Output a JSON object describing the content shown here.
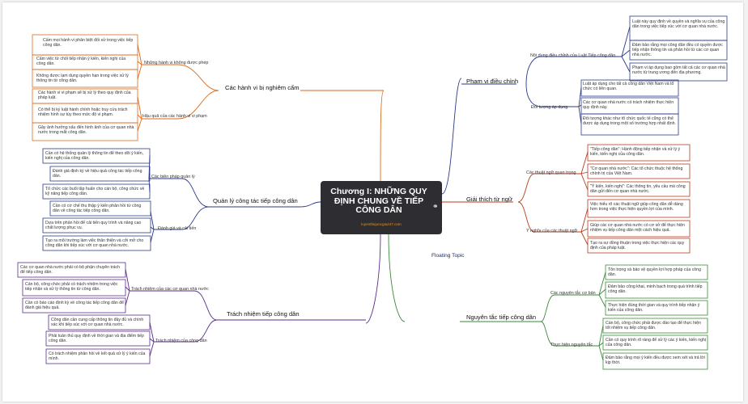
{
  "central": {
    "title": "Chương I: NHỮNG QUY ĐỊNH CHUNG VỀ TIẾP CÔNG DÂN",
    "url": "luyenthiquocgia247.com"
  },
  "floating_topic": "Floating Topic",
  "colors": {
    "central_bg": "#2e2e32",
    "orange": "#d96a1c",
    "navy": "#2b3a8a",
    "red": "#b83b1c",
    "purple": "#5b2d8f",
    "green": "#3a8a3a"
  },
  "branches": {
    "b1": {
      "title": "Các hành vi bị nghiêm cấm",
      "subs": [
        {
          "title": "Những hành vi không được phép",
          "items": [
            "Cấm mọi hành vi phân biệt đối xử trong việc tiếp công dân.",
            "Cấm việc từ chối tiếp nhận ý kiến, kiến nghị của công dân.",
            "Không được lạm dụng quyền hạn trong việc xử lý thông tin từ công dân."
          ]
        },
        {
          "title": "Hậu quả của các hành vi vi phạm",
          "items": [
            "Các hành vi vi phạm sẽ bị xử lý theo quy định của pháp luật.",
            "Có thể bị kỷ luật hành chính hoặc truy cứu trách nhiệm hình sự tùy theo mức độ vi phạm.",
            "Gây ảnh hưởng xấu đến hình ảnh của cơ quan nhà nước trong mắt công dân."
          ]
        }
      ]
    },
    "b2": {
      "title": "Phạm vi điều chỉnh",
      "subs": [
        {
          "title": "Nội dung điều chỉnh của Luật Tiếp công dân",
          "items": [
            "Luật này quy định về quyền và nghĩa vụ của công dân trong việc tiếp xúc với cơ quan nhà nước.",
            "Đảm bảo rằng mọi công dân đều có quyền được tiếp nhận thông tin và phản hồi từ các cơ quan nhà nước.",
            "Phạm vi áp dụng bao gồm tất cả các cơ quan nhà nước từ trung ương đến địa phương."
          ]
        },
        {
          "title": "Đối tượng áp dụng",
          "items": [
            "Luật áp dụng cho tất cả công dân Việt Nam và tổ chức có liên quan.",
            "Các cơ quan nhà nước có trách nhiệm thực hiện quy định này.",
            "Đối tượng khác như tổ chức quốc tế cũng có thể được áp dụng trong một số trường hợp nhất định."
          ]
        }
      ]
    },
    "b3": {
      "title": "Quản lý công tác tiếp công dân",
      "subs": [
        {
          "title": "Các biện pháp quản lý",
          "items": [
            "Cần có hệ thống quản lý thông tin để theo dõi ý kiến, kiến nghị của công dân.",
            "Đánh giá định kỳ về hiệu quả công tác tiếp công dân.",
            "Tổ chức các buổi tập huấn cho cán bộ, công chức về kỹ năng tiếp công dân."
          ]
        },
        {
          "title": "Đánh giá và cải tiến",
          "items": [
            "Cần có cơ chế thu thập ý kiến phản hồi từ công dân về công tác tiếp công dân.",
            "Dựa trên phản hồi để cải tiến quy trình và nâng cao chất lượng phục vụ.",
            "Tạo ra môi trường làm việc thân thiện và cởi mở cho công dân khi tiếp xúc với cơ quan nhà nước."
          ]
        }
      ]
    },
    "b4": {
      "title": "Giải thích từ ngữ",
      "subs": [
        {
          "title": "Các thuật ngữ quan trọng",
          "items": [
            "\"Tiếp công dân\": Hành động tiếp nhận và xử lý ý kiến, kiến nghị của công dân.",
            "\"Cơ quan nhà nước\": Các tổ chức thuộc hệ thống chính trị của Việt Nam.",
            "\"Ý kiến, kiến nghị\": Các thông tin, yêu cầu mà công dân gửi đến cơ quan nhà nước."
          ]
        },
        {
          "title": "Ý nghĩa của các thuật ngữ",
          "items": [
            "Việc hiểu rõ các thuật ngữ giúp công dân dễ dàng hơn trong việc thực hiện quyền lợi của mình.",
            "Giúp các cơ quan nhà nước có cơ sở để thực hiện nhiệm vụ tiếp công dân một cách hiệu quả.",
            "Tạo ra sự đồng thuận trong việc thực hiện các quy định của pháp luật."
          ]
        }
      ]
    },
    "b5": {
      "title": "Trách nhiệm tiếp công dân",
      "subs": [
        {
          "title": "Trách nhiệm của các cơ quan nhà nước",
          "items": [
            "Các cơ quan nhà nước phải có bộ phận chuyên trách để tiếp công dân.",
            "Cán bộ, công chức phải có trách nhiệm trong việc tiếp nhận và xử lý thông tin từ công dân.",
            "Cần có báo cáo định kỳ về công tác tiếp công dân để đánh giá hiệu quả."
          ]
        },
        {
          "title": "Trách nhiệm của công dân",
          "items": [
            "Công dân cần cung cấp thông tin đầy đủ và chính xác khi tiếp xúc với cơ quan nhà nước.",
            "Phải tuân thủ quy định về thời gian và địa điểm tiếp công dân.",
            "Có trách nhiệm phản hồi về kết quả xử lý ý kiến của mình."
          ]
        }
      ]
    },
    "b6": {
      "title": "Nguyên tắc tiếp công dân",
      "subs": [
        {
          "title": "Các nguyên tắc cơ bản",
          "items": [
            "Tôn trọng và bảo vệ quyền lợi hợp pháp của công dân.",
            "Đảm bảo công khai, minh bạch trong quá trình tiếp công dân.",
            "Thực hiện đúng thời gian và quy trình tiếp nhận ý kiến của công dân."
          ]
        },
        {
          "title": "Thực hiện nguyên tắc",
          "items": [
            "Cán bộ, công chức phải được đào tạo để thực hiện tốt nhiệm vụ tiếp công dân.",
            "Cần có quy trình rõ ràng để xử lý các ý kiến, kiến nghị của công dân.",
            "Đảm bảo rằng mọi ý kiến đều được xem xét và trả lời kịp thời."
          ]
        }
      ]
    }
  }
}
